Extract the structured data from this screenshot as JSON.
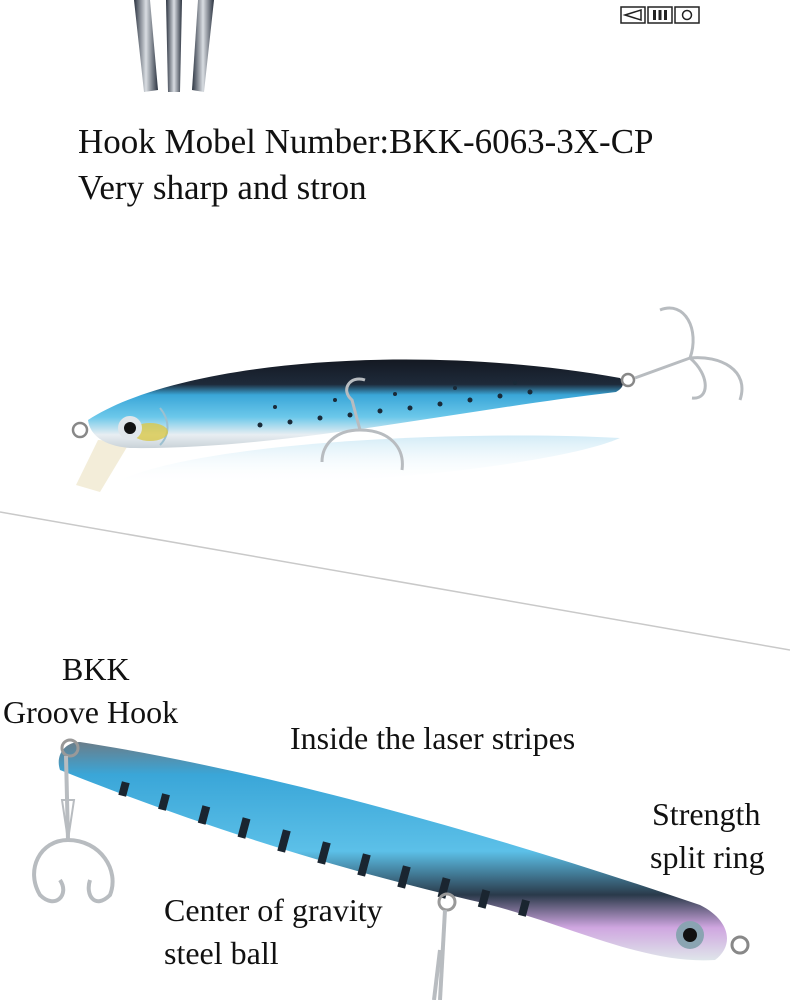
{
  "headline": {
    "model": "Hook Mobel Number:BKK-6063-3X-CP",
    "tagline": "Very sharp and stron"
  },
  "labels": {
    "bkk": "BKK",
    "groove_hook": "Groove Hook",
    "laser": "Inside the laser stripes",
    "strength": "Strength",
    "split_ring": "split ring",
    "center": "Center of gravity",
    "steel_ball": "steel ball"
  },
  "colors": {
    "lure_blue": "#3aa6d8",
    "lure_back": "#1a1f2a",
    "belly": "#e8eef2",
    "hook_steel": "#b8bcc0",
    "text": "#111111"
  }
}
